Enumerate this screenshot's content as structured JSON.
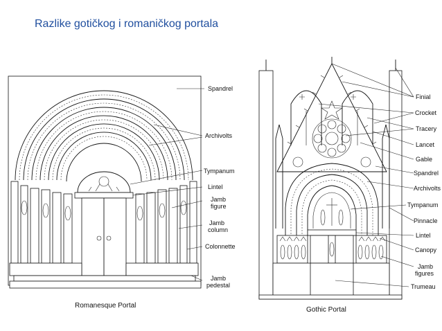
{
  "slide": {
    "title": "Razlike gotičkog i romaničkog portala"
  },
  "romanesque": {
    "caption": "Romanesque Portal",
    "labels": {
      "spandrel": "Spandrel",
      "archivolts": "Archivolts",
      "tympanum": "Tympanum",
      "lintel": "Lintel",
      "jamb_figure_1": "Jamb",
      "jamb_figure_2": "figure",
      "jamb_column_1": "Jamb",
      "jamb_column_2": "column",
      "colonnette": "Colonnette",
      "jamb_pedestal_1": "Jamb",
      "jamb_pedestal_2": "pedestal"
    }
  },
  "gothic": {
    "caption": "Gothic Portal",
    "labels": {
      "finial": "Finial",
      "crocket": "Crocket",
      "tracery": "Tracery",
      "lancet": "Lancet",
      "gable": "Gable",
      "spandrel": "Spandrel",
      "archivolts": "Archivolts",
      "tympanum": "Tympanum",
      "pinnacle": "Pinnacle",
      "lintel": "Lintel",
      "canopy": "Canopy",
      "jamb_figures_1": "Jamb",
      "jamb_figures_2": "figures",
      "trumeau": "Trumeau"
    }
  }
}
